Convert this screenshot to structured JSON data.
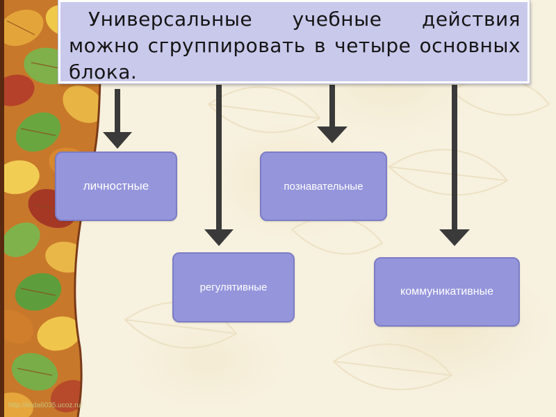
{
  "slide": {
    "title": "Универсальные учебные действия можно сгруппировать в четыре основных блока.",
    "footer_url": "http://linda6035.ucoz.ru/"
  },
  "blocks": {
    "personal": "личностные",
    "cognitive": "познавательные",
    "regulative": "регулятивные",
    "communicative": "коммуникативные"
  },
  "colors": {
    "title_background": "#c9c9ec",
    "block_fill": "#9595dc",
    "block_border": "#7c7cc6",
    "arrow": "#3a3a3a",
    "background": "#f7f1df"
  }
}
